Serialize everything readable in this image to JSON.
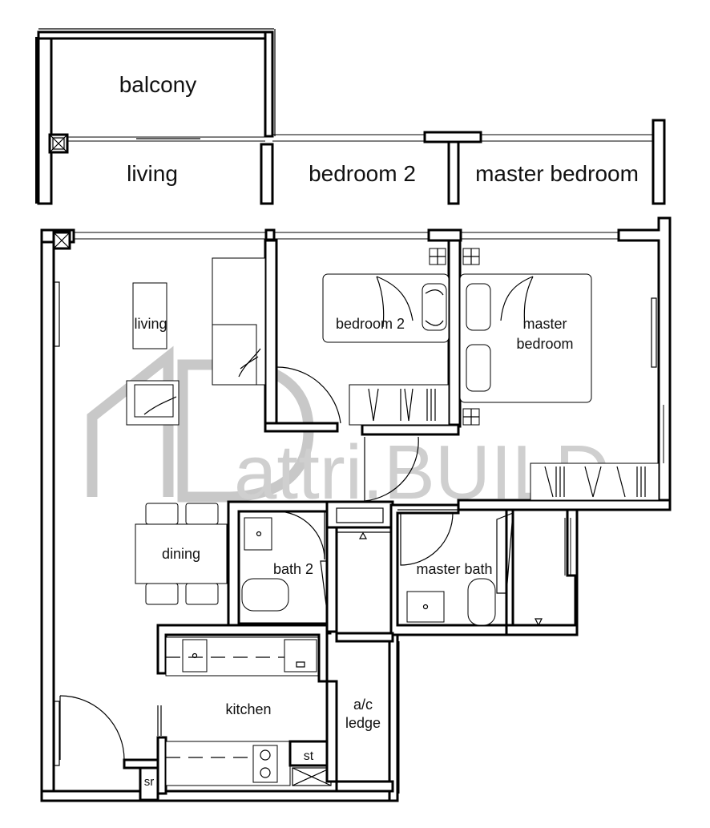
{
  "section": {
    "labels": {
      "balcony": "balcony",
      "living": "living",
      "bedroom2": "bedroom 2",
      "master_bedroom": "master bedroom"
    }
  },
  "plan": {
    "rooms": {
      "living": "living",
      "bedroom2": "bedroom 2",
      "master_bedroom_line1": "master",
      "master_bedroom_line2": "bedroom",
      "dining": "dining",
      "bath2": "bath 2",
      "master_bath": "master bath",
      "kitchen": "kitchen",
      "ac_ledge_line1": "a/c",
      "ac_ledge_line2": "ledge",
      "store": "st",
      "shelter": "sr"
    }
  },
  "watermark": {
    "brand": "attri.BUILD"
  }
}
